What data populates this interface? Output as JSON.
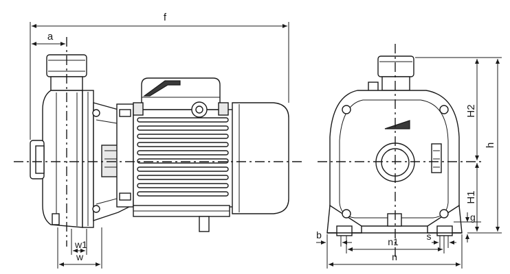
{
  "drawing": {
    "colors": {
      "line": "#1a1a1a",
      "body_fill": "#e8e8e8",
      "background": "#ffffff"
    },
    "side_view": {
      "dimension_labels": {
        "overall_length": "f",
        "inlet_offset": "a",
        "foot_width_inner": "w1",
        "foot_width_outer": "w"
      }
    },
    "front_view": {
      "dimension_labels": {
        "outlet_height": "H2",
        "total_height": "h",
        "axis_height": "H1",
        "foot_thickness": "g",
        "hole_spacing": "n1",
        "base_width": "n",
        "bolt_hole": "s",
        "foot_edge": "b"
      }
    }
  }
}
